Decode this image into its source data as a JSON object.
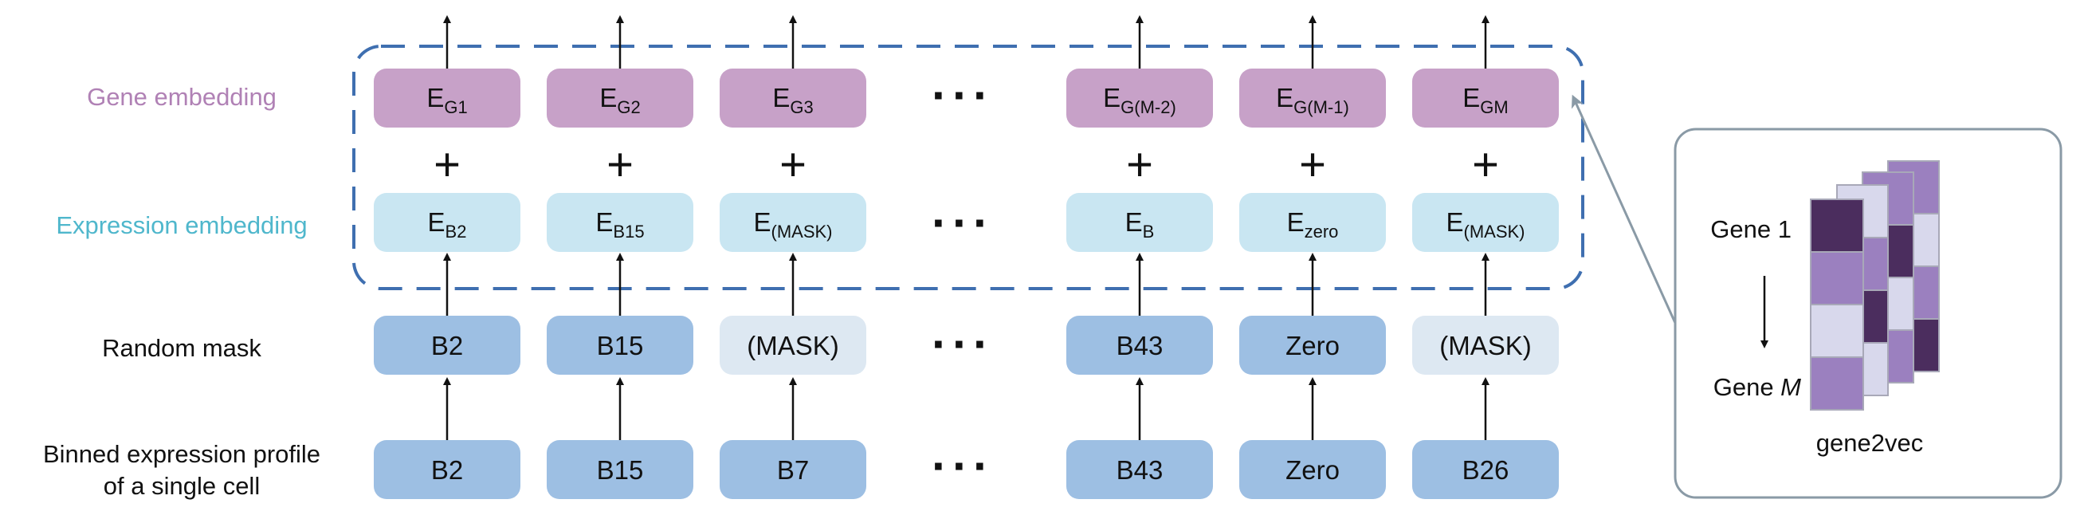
{
  "colors": {
    "gene_box": "#c7a1c8",
    "expr_box": "#c9e6f2",
    "bin_box": "#9dbfe3",
    "mask_box": "#dde8f2",
    "gene_label": "#b081b5",
    "expr_label": "#4fb7cc",
    "dashed": "#3f6fb0",
    "panel_border": "#8a9aa6",
    "heat_dark": "#4b2d5e",
    "heat_mid": "#9b80bf",
    "heat_light": "#d8d8ec"
  },
  "row_labels": {
    "gene": "Gene embedding",
    "expression": "Expression embedding",
    "mask": "Random mask",
    "binned_line1": "Binned expression profile",
    "binned_line2": "of a single cell"
  },
  "ellipsis": "···",
  "plus": "+",
  "columns": [
    {
      "gene_main": "E",
      "gene_sub": "G1",
      "expr_main": "E",
      "expr_sub": "B2",
      "mask": "B2",
      "mask_masked": false,
      "binned": "B2"
    },
    {
      "gene_main": "E",
      "gene_sub": "G2",
      "expr_main": "E",
      "expr_sub": "B15",
      "mask": "B15",
      "mask_masked": false,
      "binned": "B15"
    },
    {
      "gene_main": "E",
      "gene_sub": "G3",
      "expr_main": "E",
      "expr_sub": "(MASK)",
      "mask": "(MASK)",
      "mask_masked": true,
      "binned": "B7"
    },
    {
      "gene_main": "E",
      "gene_sub": "G(M-2)",
      "expr_main": "E",
      "expr_sub": "B",
      "mask": "B43",
      "mask_masked": false,
      "binned": "B43"
    },
    {
      "gene_main": "E",
      "gene_sub": "G(M-1)",
      "expr_main": "E",
      "expr_sub": "zero",
      "mask": "Zero",
      "mask_masked": false,
      "binned": "Zero"
    },
    {
      "gene_main": "E",
      "gene_sub": "GM",
      "expr_main": "E",
      "expr_sub": "(MASK)",
      "mask": "(MASK)",
      "mask_masked": true,
      "binned": "B26"
    }
  ],
  "gene2vec": {
    "gene_first": "Gene 1",
    "gene_last_prefix": "Gene ",
    "gene_last_var": "M",
    "caption": "gene2vec"
  }
}
